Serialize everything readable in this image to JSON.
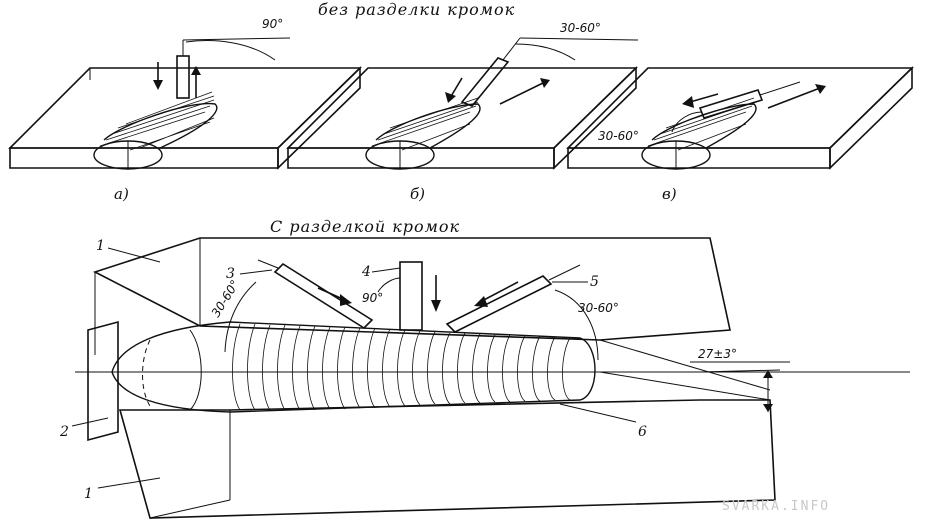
{
  "headings": {
    "top": "без разделки кромок",
    "bottom": "С разделкой кромок"
  },
  "panels": [
    {
      "label": "а)",
      "angle": "90°"
    },
    {
      "label": "б)",
      "angle": "30-60°"
    },
    {
      "label": "в)",
      "angle": "30-60°"
    }
  ],
  "bottom_diagram": {
    "callouts": [
      "1",
      "2",
      "1",
      "3",
      "4",
      "5",
      "6"
    ],
    "angle_left": "30-60°",
    "angle_center": "90°",
    "angle_right": "30-60°",
    "groove_angle": "27±3°"
  },
  "watermark": "SVARKA.INFO"
}
